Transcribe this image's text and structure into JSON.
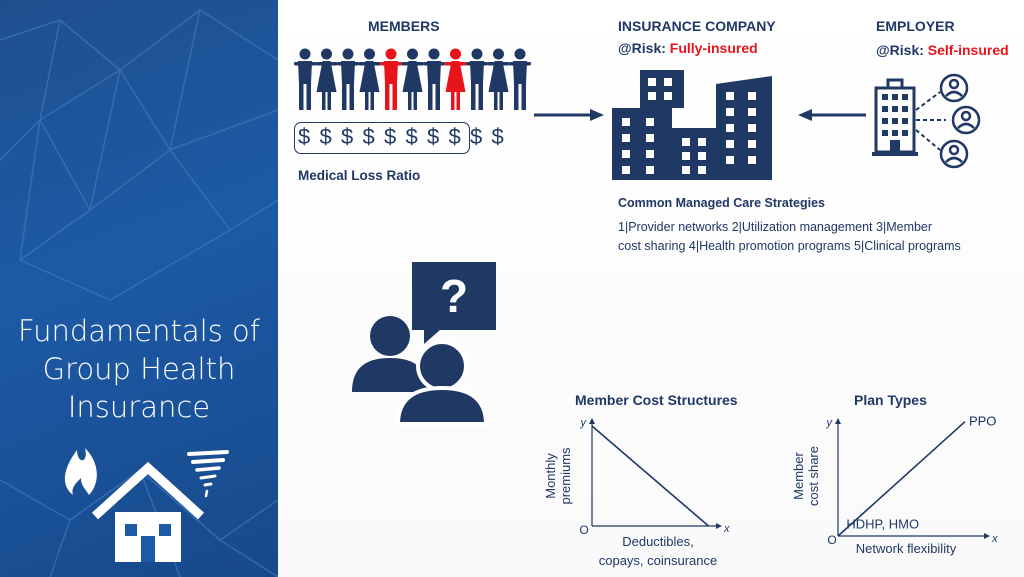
{
  "sidebar": {
    "title_lines": [
      "Fundamentals of",
      "Group Health",
      "Insurance"
    ],
    "icons": [
      "fire-icon",
      "tornado-icon",
      "house-icon"
    ]
  },
  "members": {
    "title": "MEMBERS",
    "figure_count": 11,
    "highlighted_indices": [
      4,
      7
    ],
    "dollar_symbols": [
      "$",
      "$",
      "$",
      "$",
      "$",
      "$",
      "$",
      "$",
      "$",
      "$"
    ],
    "boxed_count": 8,
    "caption": "Medical Loss Ratio"
  },
  "insurer": {
    "title": "INSURANCE COMPANY",
    "risk_prefix": "@Risk:",
    "risk_value": "Fully-insured"
  },
  "employer": {
    "title": "EMPLOYER",
    "risk_prefix": "@Risk:",
    "risk_value": "Self-insured"
  },
  "strategies": {
    "title": "Common Managed Care Strategies",
    "line1": "1|Provider networks  2|Utilization management  3|Member",
    "line2": "cost sharing  4|Health promotion programs  5|Clinical programs"
  },
  "question_symbol": "?",
  "chart_data": [
    {
      "type": "line",
      "title": "Member Cost Structures",
      "ylabel_lines": [
        "Monthly",
        "premiums"
      ],
      "xlabel_lines": [
        "Deductibles,",
        "copays, coinsurance"
      ],
      "y_axis_letter": "y",
      "x_axis_letter": "x",
      "origin_label": "O",
      "series": [
        {
          "x": [
            0,
            1
          ],
          "y": [
            1,
            0
          ]
        }
      ],
      "xlim": [
        0,
        1.15
      ],
      "ylim": [
        0,
        1.12
      ]
    },
    {
      "type": "line",
      "title": "Plan Types",
      "ylabel_lines": [
        "Member",
        "cost share"
      ],
      "xlabel": "Network flexibility",
      "y_axis_letter": "y",
      "x_axis_letter": "x",
      "origin_label": "O",
      "series": [
        {
          "x": [
            0,
            1
          ],
          "y": [
            0,
            1
          ]
        }
      ],
      "annotations": [
        {
          "text": "PPO",
          "x": 1,
          "y": 1
        },
        {
          "text": "HDHP, HMO",
          "x": 0.05,
          "y": 0.05
        }
      ],
      "xlim": [
        0,
        1.15
      ],
      "ylim": [
        0,
        1.12
      ]
    }
  ]
}
